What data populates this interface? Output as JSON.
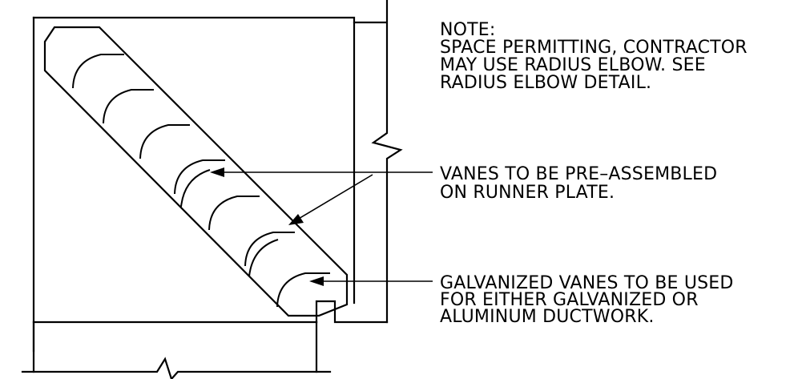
{
  "note": {
    "lines": [
      "NOTE:",
      "SPACE PERMITTING, CONTRACTOR",
      "MAY USE RADIUS ELBOW. SEE",
      "RADIUS ELBOW DETAIL."
    ]
  },
  "callout_vanes_preassembled": {
    "lines": [
      "VANES TO BE PRE–ASSEMBLED",
      "ON RUNNER PLATE."
    ]
  },
  "callout_galvanized_vanes": {
    "lines": [
      "GALVANIZED VANES TO BE USED",
      "FOR EITHER GALVANIZED OR",
      "ALUMINUM DUCTWORK."
    ]
  },
  "colors": {
    "line": "#000000",
    "background": "#ffffff"
  }
}
